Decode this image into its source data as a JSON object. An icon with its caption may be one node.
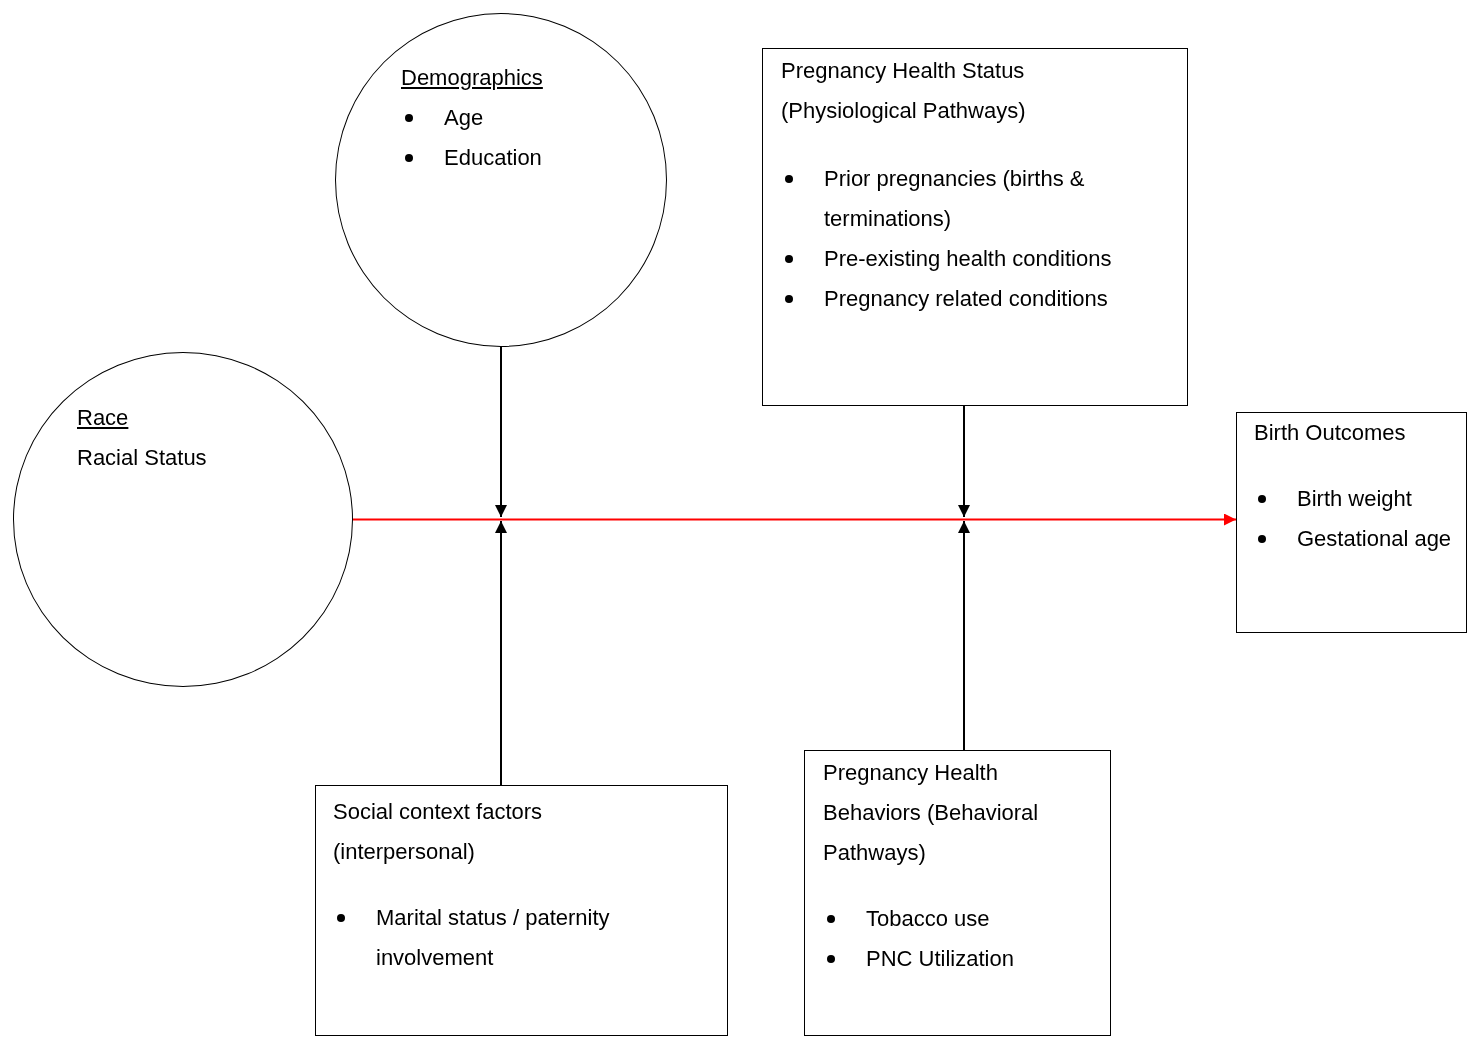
{
  "diagram": {
    "nodes": [
      {
        "text": [
          "Demographics",
          "Age",
          "Education"
        ]
      },
      {
        "text": [
          "Pregnancy Health Status (Physiological Pathways)",
          "Prior pregnancies (births & terminations)",
          "Pre-existing health conditions",
          "Pregnancy related conditions"
        ]
      },
      {
        "text": [
          "Race",
          "Racial Status"
        ]
      },
      {
        "text": [
          "Birth Outcomes",
          "Birth weight",
          "Gestational age"
        ]
      },
      {
        "text": [
          "Social context factors (interpersonal)",
          "Marital status / paternity involvement"
        ]
      },
      {
        "text": [
          "Pregnancy Health Behaviors (Behavioral Pathways)",
          "Tobacco use",
          "PNC Utilization"
        ]
      }
    ],
    "edges": [
      {
        "from": 2,
        "to": 3,
        "arrow": "to",
        "color": "#ff0000"
      },
      {
        "from": 0,
        "to": null,
        "arrow": "to"
      },
      {
        "from": 4,
        "to": null,
        "arrow": "to"
      },
      {
        "from": 1,
        "to": null,
        "arrow": "to"
      },
      {
        "from": 5,
        "to": null,
        "arrow": "to"
      }
    ]
  }
}
